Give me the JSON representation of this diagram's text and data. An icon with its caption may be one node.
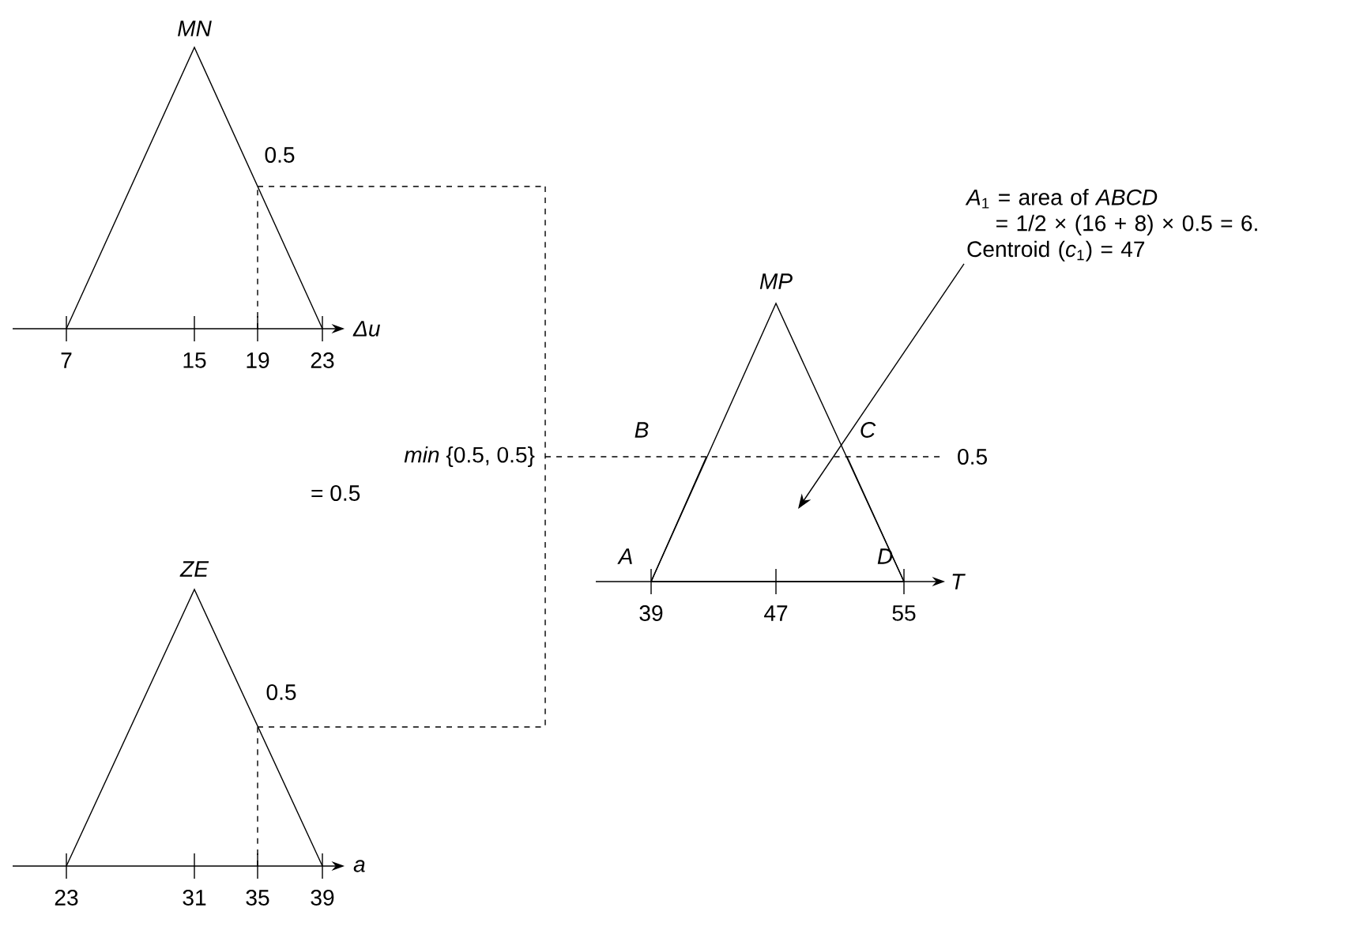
{
  "diagram": {
    "nodes": [
      {
        "text": [
          "*A*$_{1}$ = area of *ABCD* = 1/2 × (16 + 8) × 0.5 = 6.",
          "Centroid (*c*$_{1}$) = 47"
        ]
      },
      {
        "text": [],
        "shape": "trapezoid"
      }
    ],
    "edges": [
      {
        "from": 0,
        "to": 1,
        "arrow": "to"
      }
    ],
    "labels": [
      "MN",
      "0.5",
      "Δu",
      "7",
      "15",
      "19",
      "23",
      "*min* {0.5, 0.5}",
      "= 0.5",
      "0.5",
      "MP",
      "B",
      "C",
      "A",
      "D",
      "T",
      "39",
      "47",
      "55",
      "ZE",
      "0.5",
      "a",
      "23",
      "31",
      "35",
      "39"
    ]
  }
}
